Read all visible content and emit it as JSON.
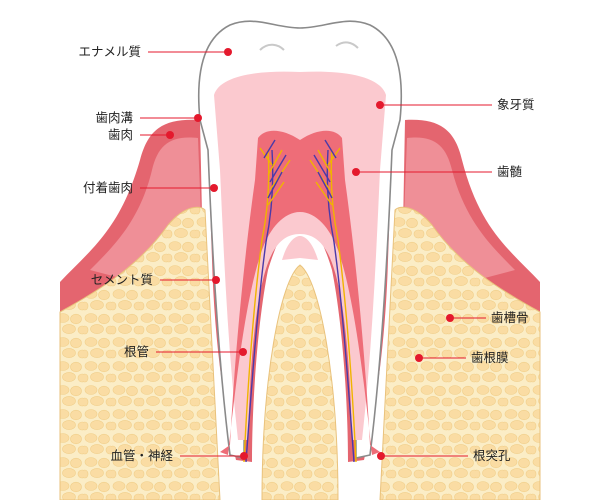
{
  "labels": {
    "enamel": "エナメル質",
    "gingival_sulcus": "歯肉溝",
    "gingiva": "歯肉",
    "attached_gingiva": "付着歯肉",
    "cementum": "セメント質",
    "root_canal": "根管",
    "vessels_nerves": "血管・神経",
    "dentin": "象牙質",
    "pulp": "歯髄",
    "alveolar_bone": "歯槽骨",
    "periodontal_ligament": "歯根膜",
    "apical_foramen": "根突孔"
  },
  "colors": {
    "marker": "#e4192d",
    "enamel": "#ffffff",
    "dentin": "#fbc9cf",
    "pulp": "#ee6d78",
    "gum": "#e4656f",
    "bone": "#fbedc6",
    "bone_cell": "#fadca3",
    "nerve_yellow": "#f0b400",
    "vessel_blue": "#4a3aa8"
  }
}
